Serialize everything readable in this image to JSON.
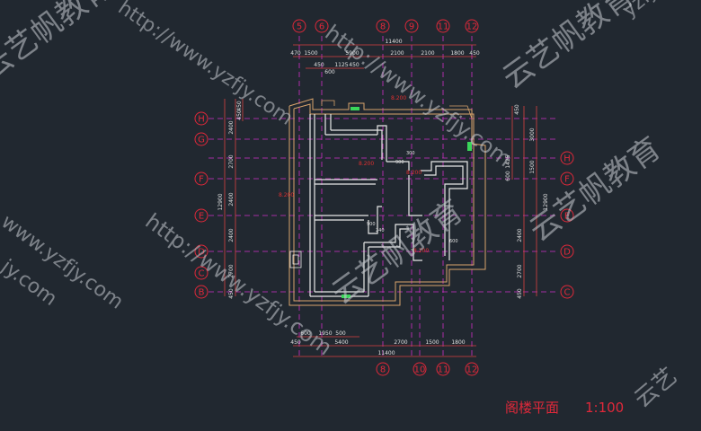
{
  "drawing": {
    "title": "阁楼平面",
    "scale": "1:100",
    "top_axes": [
      "5",
      "6",
      "8",
      "9",
      "11",
      "12"
    ],
    "bottom_axes": [
      "8",
      "10",
      "11",
      "12"
    ],
    "left_axes": [
      "H",
      "G",
      "F",
      "E",
      "D",
      "C",
      "B"
    ],
    "right_axes": [
      "H",
      "F",
      "E",
      "D",
      "C"
    ],
    "top_dims_row1": [
      "470",
      "1500",
      "5900",
      "2100",
      "2100",
      "1800",
      "450"
    ],
    "top_total": "11400",
    "top_dims_row2": [
      "450",
      "600",
      "1125",
      "450"
    ],
    "bottom_dims_row1": [
      "600",
      "1950",
      "500"
    ],
    "bottom_dims_row2": [
      "450",
      "5400",
      "2700",
      "1500",
      "1800"
    ],
    "bottom_total": "11400",
    "left_dims": [
      "450",
      "450",
      "2400",
      "2700",
      "2400",
      "2400",
      "2700",
      "450"
    ],
    "left_total": "12900",
    "right_dims": [
      "450",
      "3000",
      "1425",
      "1500",
      "600",
      "2400",
      "2700",
      "450"
    ],
    "right_total": "12900",
    "elevations": [
      "8.200",
      "8.200",
      "8.200",
      "8.200",
      "8.200"
    ],
    "room_dims": [
      "900",
      "300",
      "900",
      "240",
      "600"
    ]
  },
  "watermarks": {
    "brand": "云艺帆教育",
    "url": "http://www.yzfjy.com",
    "url_short": "www.yzfjy.com",
    "edge1": "yzfjy",
    "edge2": "云艺",
    "edge3": "jy.com"
  },
  "colors": {
    "background": "#212830",
    "axis_red": "#e0283a",
    "grid_magenta": "#d030c8",
    "wall_white": "#e8e8e8",
    "outer_wall": "#d9a46b",
    "window_green": "#3ad65a"
  }
}
